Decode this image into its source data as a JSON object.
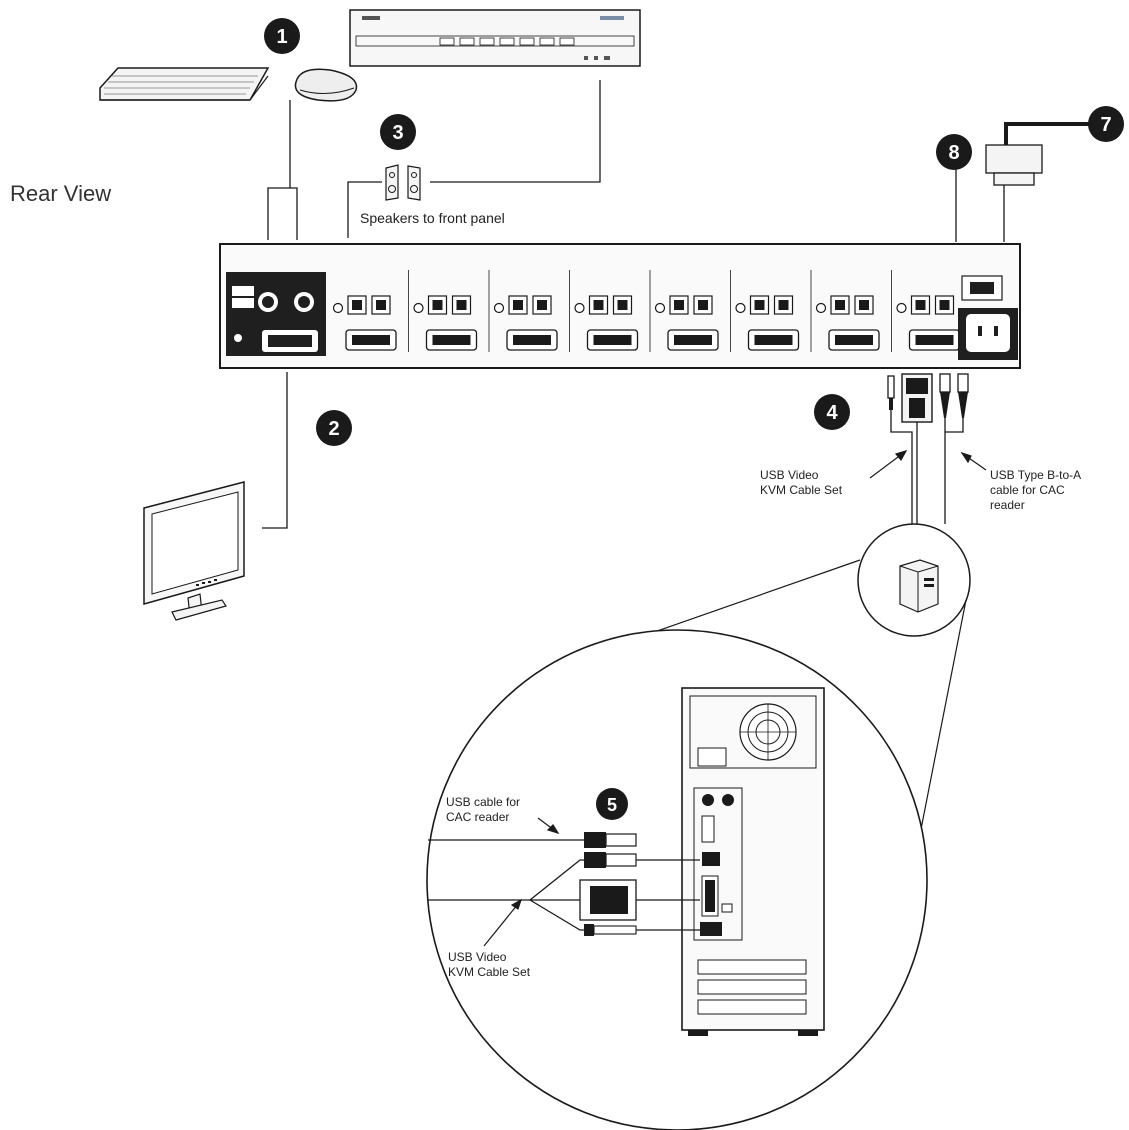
{
  "labels": {
    "rear_view": "Rear View",
    "speakers": "Speakers to front panel",
    "usb_video_kvm_1": [
      "USB Video",
      "KVM Cable Set"
    ],
    "usb_type_b": [
      "USB Type B-to-A",
      "cable for CAC",
      "reader"
    ],
    "usb_cable_cac": [
      "USB cable for",
      "CAC reader"
    ],
    "usb_video_kvm_2": [
      "USB Video",
      "KVM Cable Set"
    ]
  },
  "badges": [
    "1",
    "2",
    "3",
    "4",
    "5",
    "7",
    "8"
  ],
  "icons": [
    "keyboard-icon",
    "mouse-icon",
    "front-panel-unit-icon",
    "speakers-icon",
    "monitor-icon",
    "power-cord-icon",
    "computer-tower-icon"
  ],
  "colors": {
    "line": "#1a1a1a",
    "badge": "#1a1a1a",
    "panel": "#1f1f1f",
    "device_fill": "#f4f4f4"
  }
}
